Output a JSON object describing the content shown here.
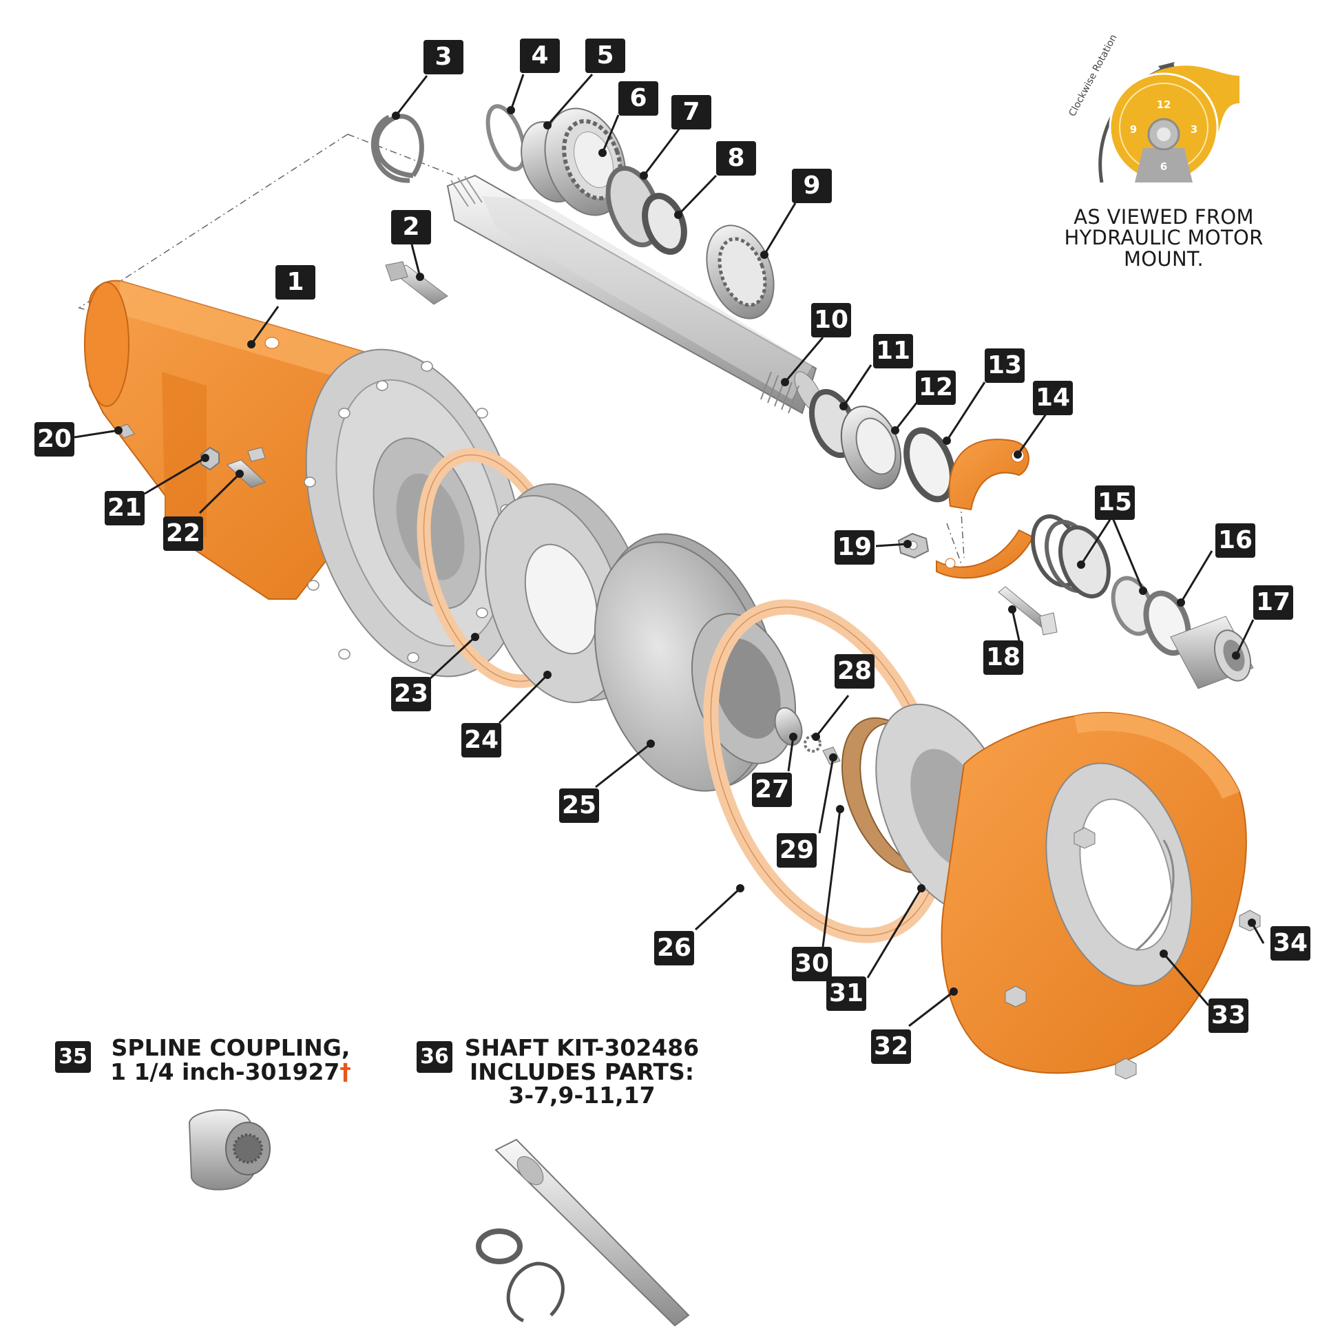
{
  "callouts": [
    "1",
    "2",
    "3",
    "4",
    "5",
    "6",
    "7",
    "8",
    "9",
    "10",
    "11",
    "12",
    "13",
    "14",
    "15",
    "16",
    "17",
    "18",
    "19",
    "20",
    "21",
    "22",
    "23",
    "24",
    "25",
    "26",
    "27",
    "28",
    "29",
    "30",
    "31",
    "32",
    "33",
    "34",
    "35",
    "36"
  ],
  "rotation": {
    "label": "Clockwise Rotation",
    "dial": [
      "12",
      "3",
      "6",
      "9"
    ],
    "note_lines": [
      "AS VIEWED FROM",
      "HYDRAULIC MOTOR",
      "MOUNT."
    ]
  },
  "spline_coupling": {
    "number": "35",
    "line1": "SPLINE COUPLING,",
    "line2": "1 1/4 inch-301927",
    "mark": "†"
  },
  "shaft_kit": {
    "number": "36",
    "line1": "SHAFT KIT-302486",
    "line2": "INCLUDES PARTS:",
    "line3": "3-7,9-11,17"
  },
  "colors": {
    "housing": "#f28a2e",
    "housing_dark": "#d86f14",
    "steel": "#c9c9c9",
    "gasket": "#f7c9a0",
    "callout": "#1c1c1c",
    "dial": "#f0b323",
    "dagger": "#e8561a"
  }
}
